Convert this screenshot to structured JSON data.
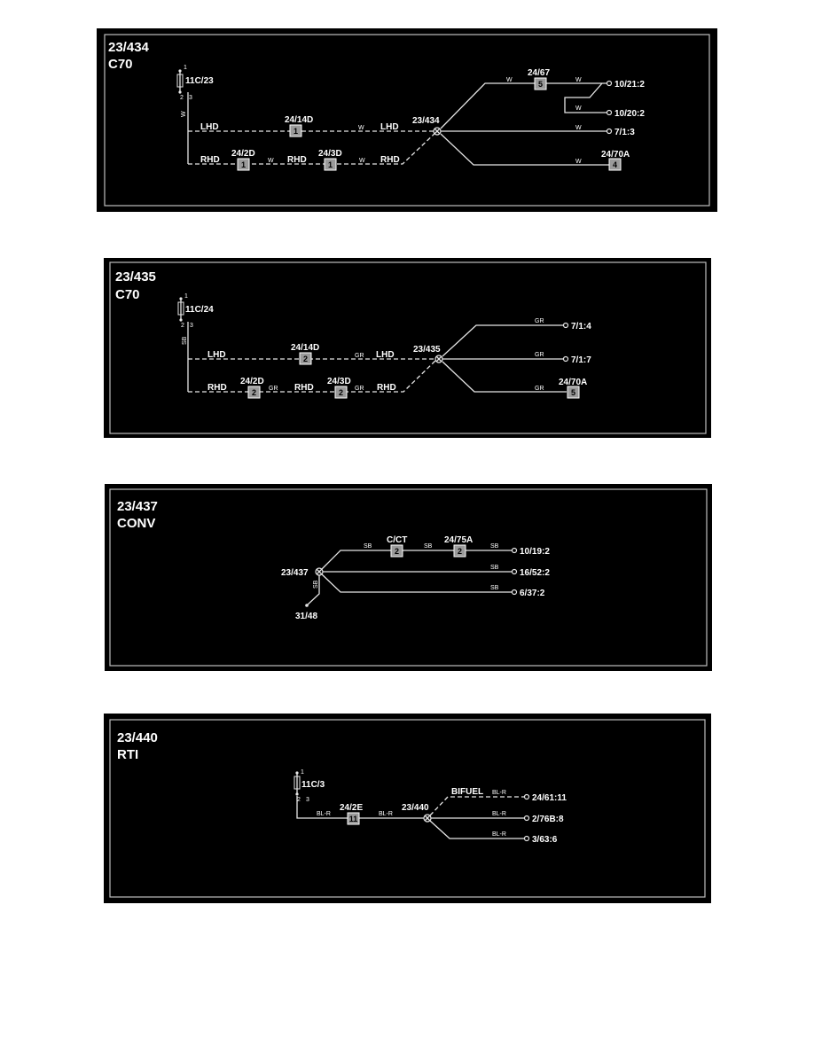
{
  "diagrams": [
    {
      "title": "23/434",
      "model": "C70",
      "fuse": "11C/23",
      "pin_in": "1",
      "pin_a": "2",
      "pin_b": "3",
      "wire_color": "W",
      "lhd": "LHD",
      "rhd": "RHD",
      "conn_lhd": "24/14D",
      "conn_lhd_pin": "1",
      "conn_rhd1": "24/2D",
      "conn_rhd1_pin": "1",
      "conn_rhd2": "24/3D",
      "conn_rhd2_pin": "1",
      "splice": "23/434",
      "conn_top": "24/67",
      "conn_top_pin": "5",
      "conn_bot": "24/70A",
      "conn_bot_pin": "4",
      "dest1": "10/21:2",
      "dest2": "10/20:2",
      "dest3": "7/1:3"
    },
    {
      "title": "23/435",
      "model": "C70",
      "fuse": "11C/24",
      "pin_in": "1",
      "pin_a": "2",
      "pin_b": "3",
      "wire_color": "SB",
      "wire_color_out": "GR",
      "lhd": "LHD",
      "rhd": "RHD",
      "conn_lhd": "24/14D",
      "conn_lhd_pin": "2",
      "conn_rhd1": "24/2D",
      "conn_rhd1_pin": "2",
      "conn_rhd2": "24/3D",
      "conn_rhd2_pin": "2",
      "splice": "23/435",
      "conn_bot": "24/70A",
      "conn_bot_pin": "5",
      "dest1": "7/1:4",
      "dest2": "7/1:7"
    },
    {
      "title": "23/437",
      "model": "CONV",
      "wire_color": "SB",
      "splice": "23/437",
      "ground": "31/48",
      "conn_a": "C/CT",
      "conn_a_pin": "2",
      "conn_b": "24/75A",
      "conn_b_pin": "2",
      "dest1": "10/19:2",
      "dest2": "16/52:2",
      "dest3": "6/37:2"
    },
    {
      "title": "23/440",
      "model": "RTI",
      "fuse": "11C/3",
      "pin_in": "1",
      "pin_a": "2",
      "pin_b": "3",
      "wire_color": "BL-R",
      "conn": "24/2E",
      "conn_pin": "11",
      "splice": "23/440",
      "bifuel": "BIFUEL",
      "dest1": "24/61:11",
      "dest2": "2/76B:8",
      "dest3": "3/63:6"
    }
  ]
}
